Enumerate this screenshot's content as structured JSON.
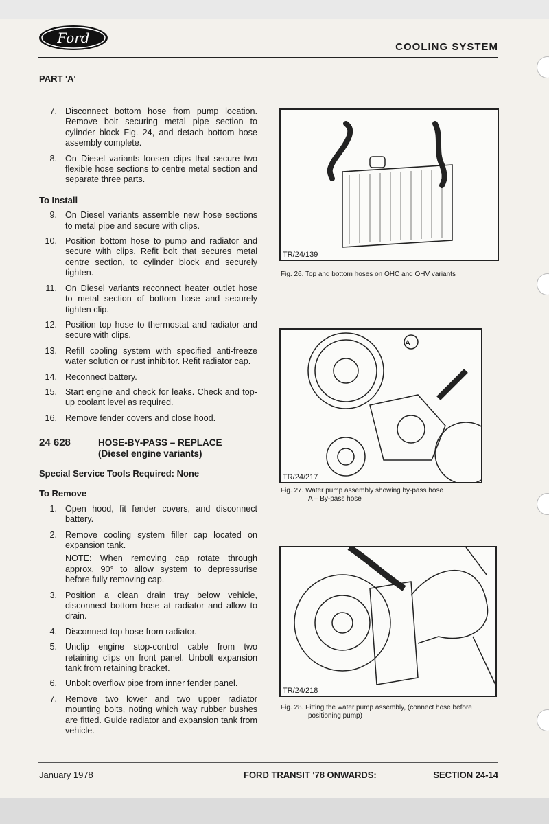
{
  "header": {
    "logo_text": "Ford",
    "section": "COOLING SYSTEM",
    "part": "PART 'A'"
  },
  "steps_a": [
    {
      "n": "7.",
      "t": "Disconnect bottom hose from pump location. Remove bolt securing metal pipe section to cylinder block Fig. 24, and detach bottom hose assembly complete."
    },
    {
      "n": "8.",
      "t": "On Diesel variants loosen clips that secure two flexible hose sections to centre metal section and separate three parts."
    }
  ],
  "to_install": "To Install",
  "steps_install": [
    {
      "n": "9.",
      "t": "On Diesel variants assemble new hose sections to metal pipe and secure with clips."
    },
    {
      "n": "10.",
      "t": "Position bottom hose to pump and radiator and secure with clips. Refit bolt that secures metal centre section, to cylinder block and securely tighten."
    },
    {
      "n": "11.",
      "t": "On Diesel variants reconnect heater outlet hose to metal section of bottom hose and securely tighten clip."
    },
    {
      "n": "12.",
      "t": "Position top hose to thermostat and radiator and secure with clips."
    },
    {
      "n": "13.",
      "t": "Refill cooling system with specified anti-freeze water solution or rust inhibitor. Refit radiator cap."
    },
    {
      "n": "14.",
      "t": "Reconnect battery."
    },
    {
      "n": "15.",
      "t": "Start engine and check for leaks. Check and top-up coolant level as required."
    },
    {
      "n": "16.",
      "t": "Remove fender covers and close hood."
    }
  ],
  "operation": {
    "code": "24 628",
    "title": "HOSE-BY-PASS – REPLACE",
    "subtitle": "(Diesel engine variants)"
  },
  "special_tools": "Special Service Tools Required: None",
  "to_remove": "To Remove",
  "steps_remove": [
    {
      "n": "1.",
      "t": "Open hood, fit fender covers, and disconnect battery."
    },
    {
      "n": "2.",
      "t": "Remove cooling system filler cap located on expansion tank.",
      "note": "NOTE: When removing cap rotate through approx. 90° to allow system to depressurise before fully removing cap."
    },
    {
      "n": "3.",
      "t": "Position a clean drain tray below vehicle, disconnect bottom hose at radiator and allow to drain."
    },
    {
      "n": "4.",
      "t": "Disconnect top hose from radiator."
    },
    {
      "n": "5.",
      "t": "Unclip engine stop-control cable from two retaining clips on front panel. Unbolt expansion tank from retaining bracket."
    },
    {
      "n": "6.",
      "t": "Unbolt overflow pipe from inner fender panel."
    },
    {
      "n": "7.",
      "t": "Remove two lower and two upper radiator mounting bolts, noting which way rubber bushes are fitted. Guide radiator and expansion tank from vehicle."
    }
  ],
  "figures": [
    {
      "ref": "TR/24/139",
      "caption": "Fig. 26. Top and bottom hoses on OHC and OHV variants"
    },
    {
      "ref": "TR/24/217",
      "label": "A",
      "caption": "Fig. 27. Water pump assembly showing by-pass hose",
      "caption2": "A – By-pass hose"
    },
    {
      "ref": "TR/24/218",
      "caption": "Fig. 28. Fitting the water pump assembly, (connect hose before",
      "caption2": "positioning pump)"
    }
  ],
  "footer": {
    "date": "January 1978",
    "title": "FORD TRANSIT '78 ONWARDS:",
    "section": "SECTION 24-14"
  }
}
